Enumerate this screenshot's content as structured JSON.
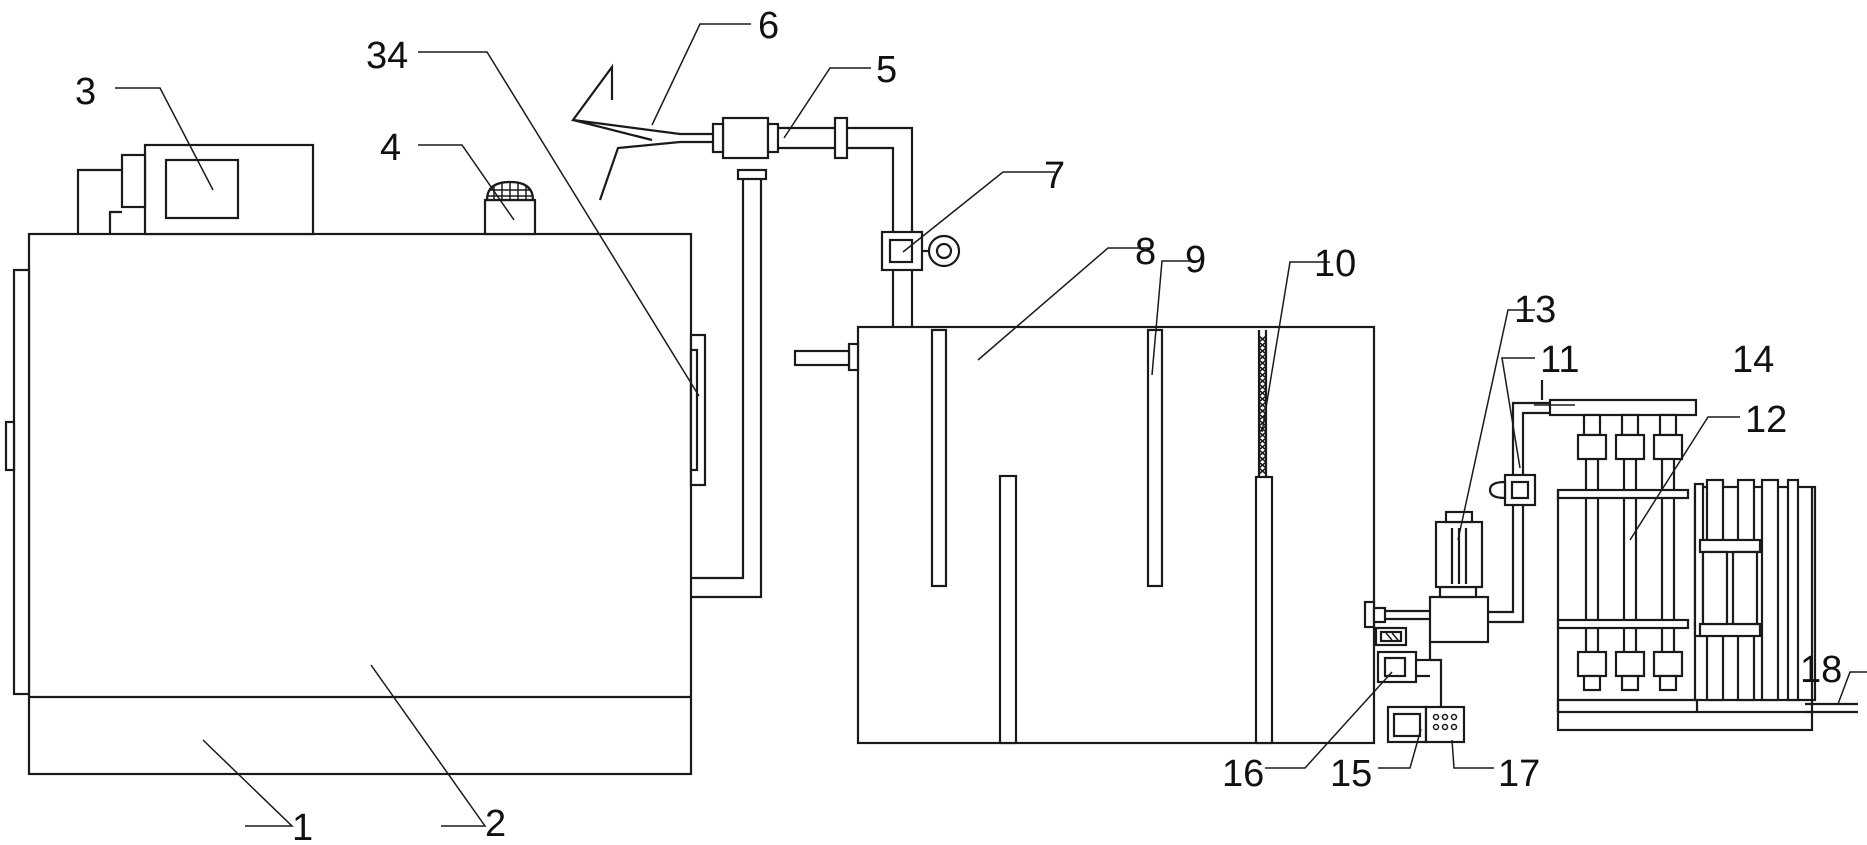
{
  "labels": {
    "l1": "1",
    "l2": "2",
    "l3": "3",
    "l4": "4",
    "l5": "5",
    "l6": "6",
    "l7": "7",
    "l8": "8",
    "l9": "9",
    "l10": "10",
    "l11": "11",
    "l12": "12",
    "l13": "13",
    "l14": "14",
    "l15": "15",
    "l16": "16",
    "l17": "17",
    "l18": "18",
    "l34": "34"
  },
  "colors": {
    "line": "#1a1a1a",
    "background": "#ffffff"
  }
}
